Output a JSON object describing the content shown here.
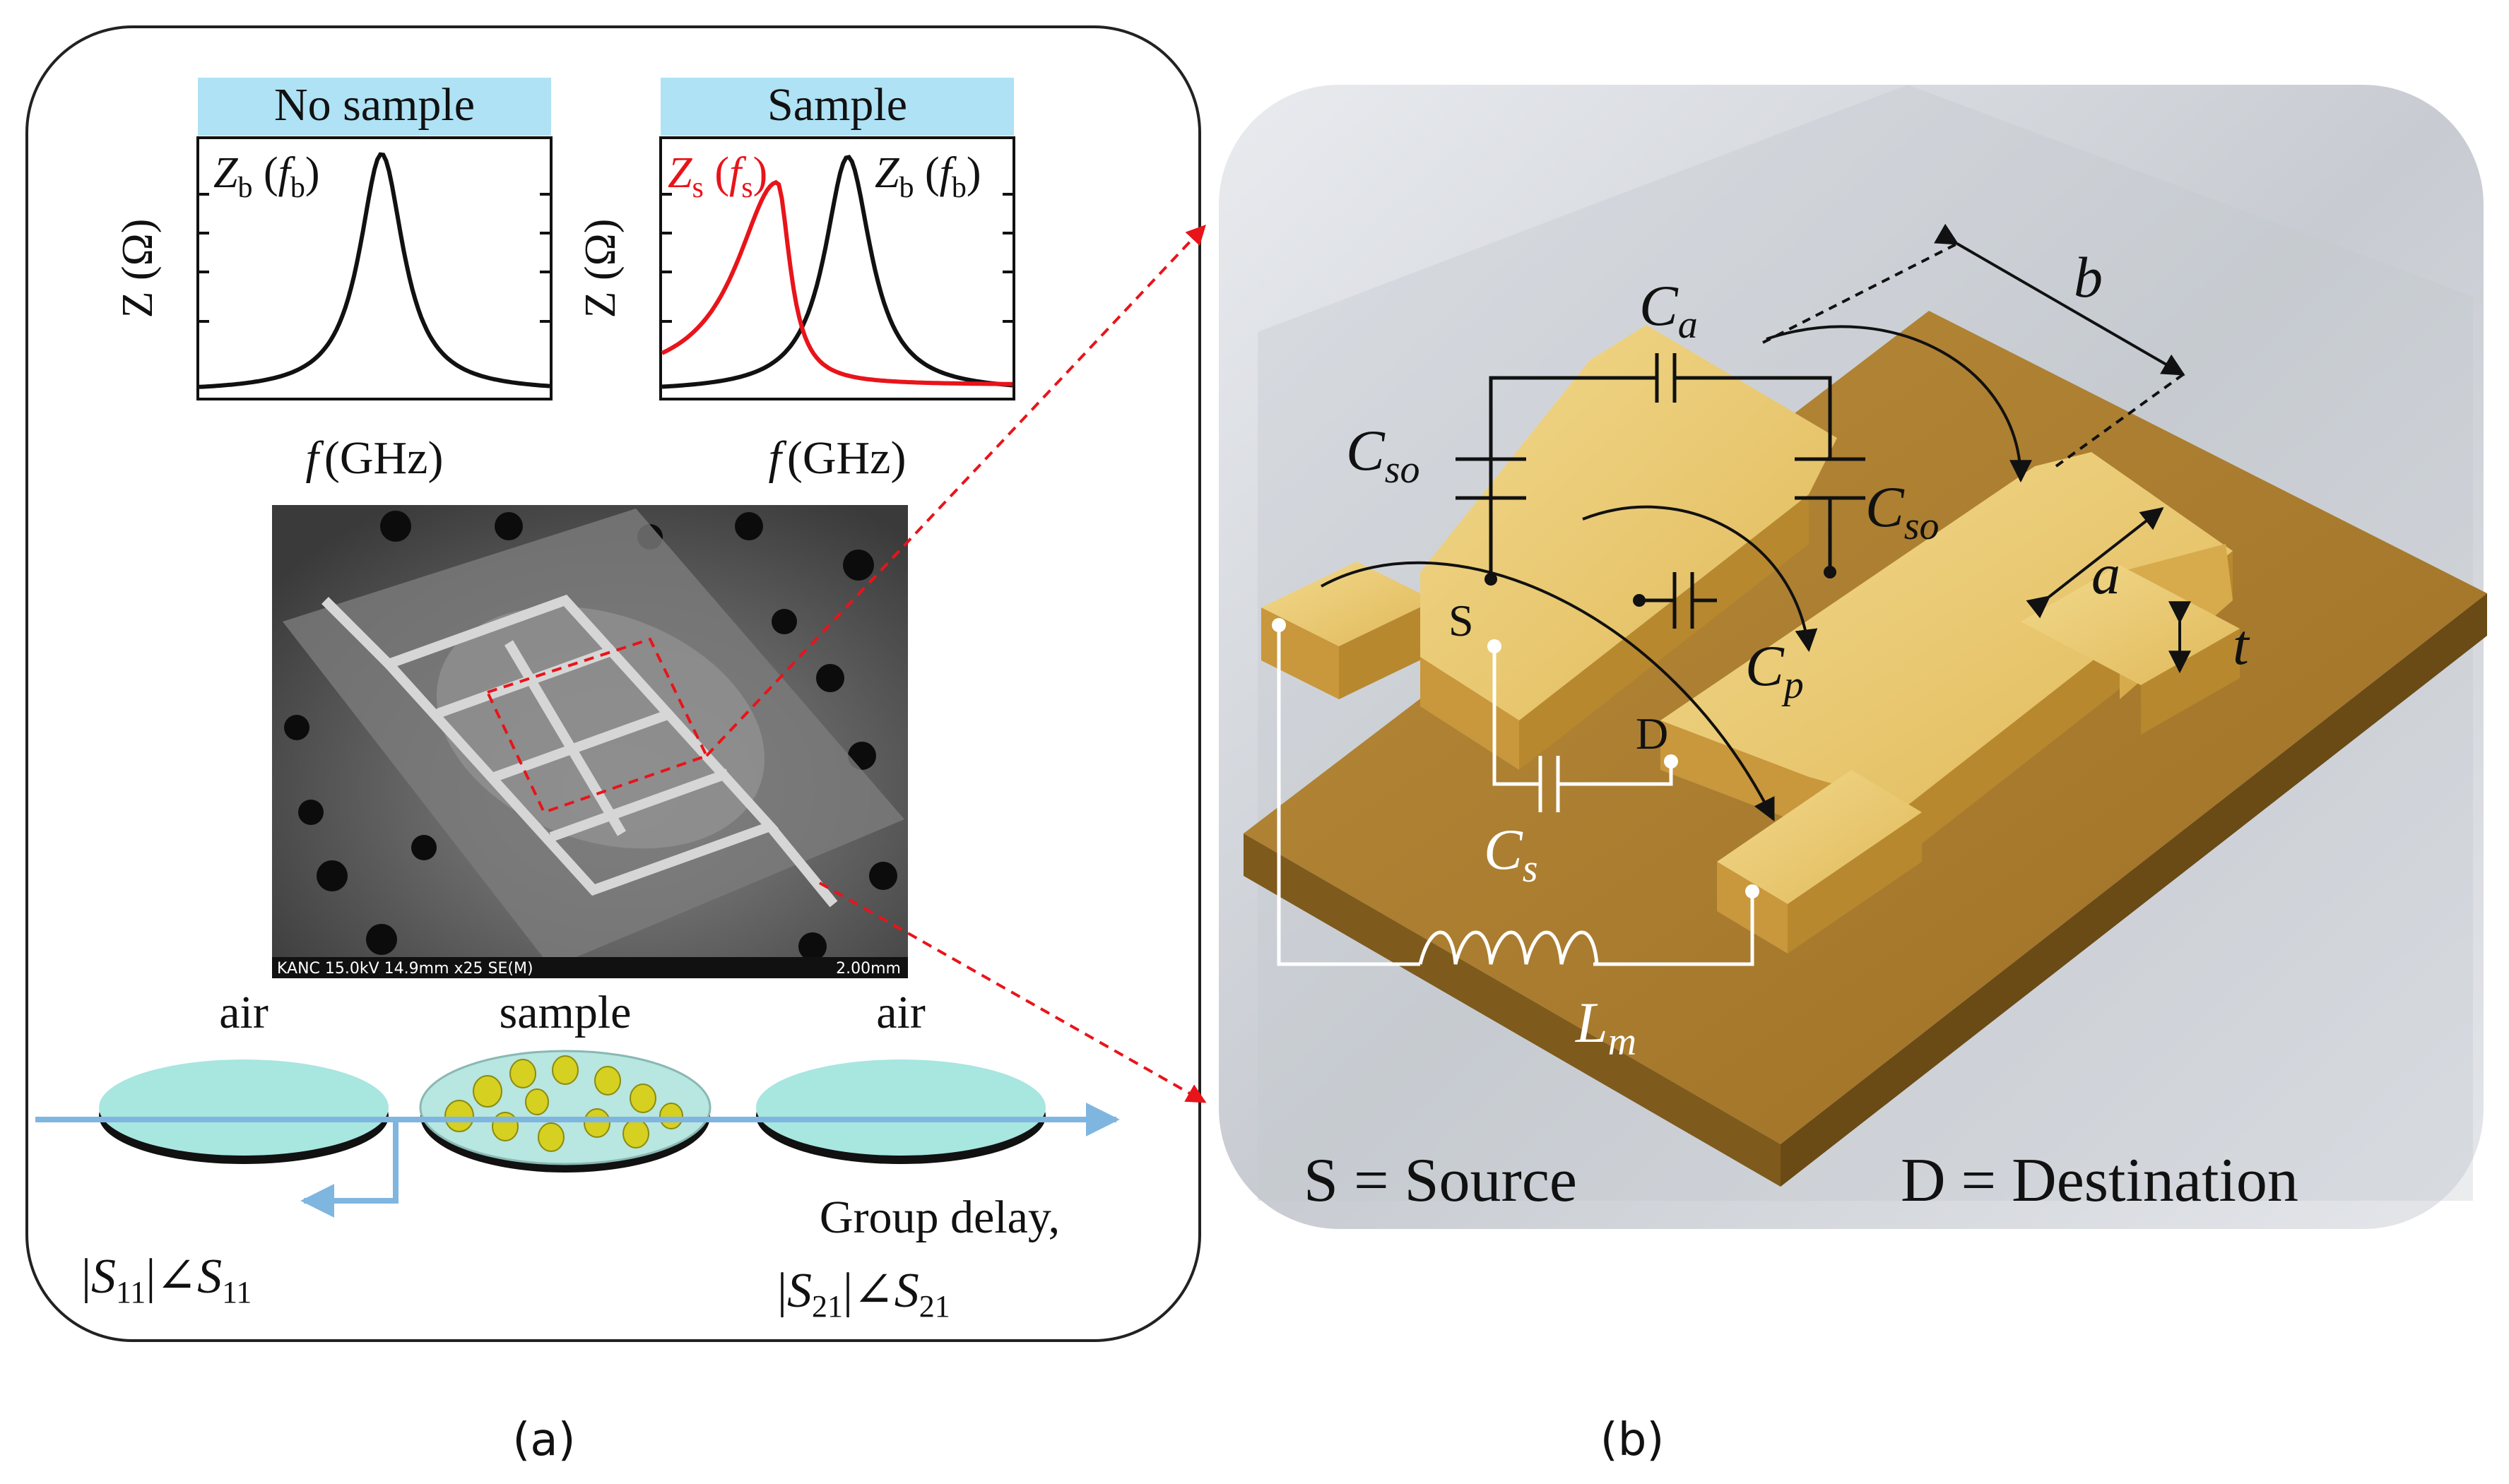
{
  "panel_a": {
    "caption": "(a)",
    "plot_left": {
      "header": "No sample",
      "ylabel": "Z (Ω)",
      "xlabel_italic": "f",
      "xlabel_unit": "(GHz)",
      "curve_label_main": "Z",
      "curve_label_sub": "b",
      "curve_label_paren_open": " (",
      "curve_label_arg": "f",
      "curve_label_arg_sub": "b",
      "curve_label_paren_close": ")"
    },
    "plot_right": {
      "header": "Sample",
      "ylabel": "Z (Ω)",
      "xlabel_italic": "f",
      "xlabel_unit": "(GHz)",
      "red_label_main": "Z",
      "red_label_sub": "s",
      "red_label_paren_open": " (",
      "red_label_arg": "f",
      "red_label_arg_sub": "s",
      "red_label_paren_close": ")",
      "black_label_main": "Z",
      "black_label_sub": "b",
      "black_label_paren_open": " (",
      "black_label_arg": "f",
      "black_label_arg_sub": "b",
      "black_label_paren_close": ")"
    },
    "sem": {
      "info_bar": "KANC 15.0kV 14.9mm x25 SE(M)",
      "scale": "2.00mm"
    },
    "schematic": {
      "label_air_left": "air",
      "label_sample": "sample",
      "label_air_right": "air",
      "group_delay": "Group delay,",
      "s11_mag_open": "|",
      "s11_S": "S",
      "s11_sub": "11",
      "s11_mag_close": "|",
      "s11_angle": "∠",
      "s11_S2": "S",
      "s11_sub2": "11",
      "s21_mag_open": "|",
      "s21_S": "S",
      "s21_sub": "21",
      "s21_mag_close": "|",
      "s21_angle": "∠",
      "s21_S2": "S",
      "s21_sub2": "21"
    }
  },
  "panel_b": {
    "caption": "(b)",
    "label_Ca": "C",
    "label_Ca_sub": "a",
    "label_Cso_left": "C",
    "label_Cso_left_sub": "so",
    "label_Cso_right": "C",
    "label_Cso_right_sub": "so",
    "label_Cp": "C",
    "label_Cp_sub": "p",
    "label_Cs": "C",
    "label_Cs_sub": "s",
    "label_Lm": "L",
    "label_Lm_sub": "m",
    "label_a": "a",
    "label_b": "b",
    "label_t": "t",
    "label_S": "S",
    "label_D": "D",
    "legend_source": "S = Source",
    "legend_destination": "D = Destination"
  },
  "colors": {
    "red_curve": "#e8141a",
    "header_fill": "#aee2f4",
    "gold": "#e8c46a",
    "substrate": "#a87a2a",
    "disk_cyan": "#a8e6e0",
    "arrow_blue": "#7fb6e0"
  }
}
